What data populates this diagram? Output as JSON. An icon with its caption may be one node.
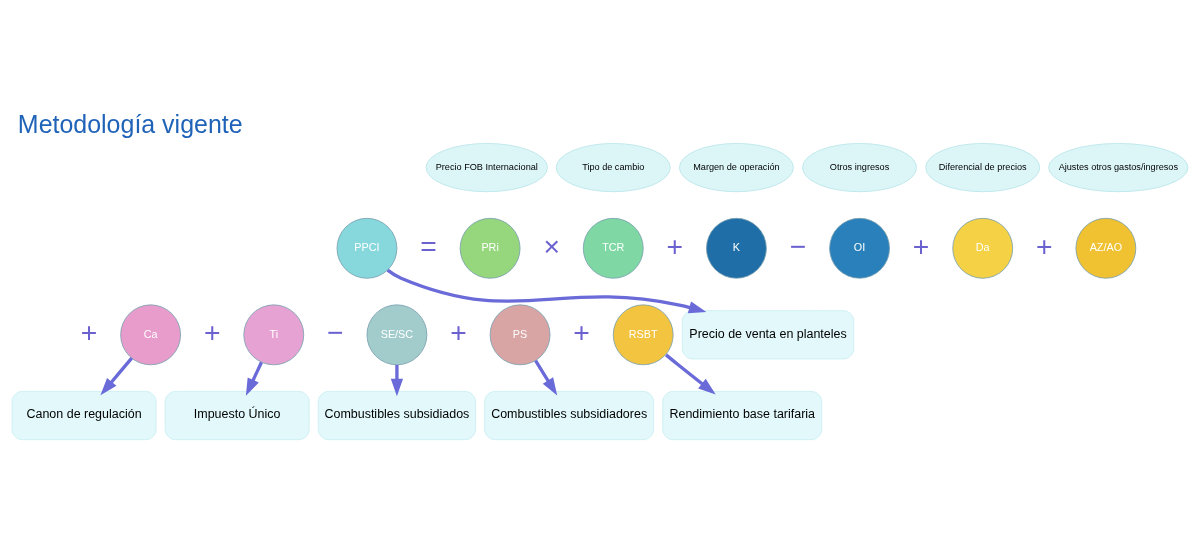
{
  "diagram": {
    "title": "Metodología vigente",
    "nodes": [
      {
        "text": [
          "Precio FOB Internacional"
        ]
      },
      {
        "text": [
          "Tipo de cambio"
        ]
      },
      {
        "text": [
          "Margen de operación"
        ]
      },
      {
        "text": [
          "Otros ingresos"
        ]
      },
      {
        "text": [
          "Diferencial de precios"
        ]
      },
      {
        "text": [
          "Ajustes otros gastos/ingresos"
        ]
      },
      {
        "text": [
          "PPCI"
        ]
      },
      {
        "text": [
          "PRi"
        ]
      },
      {
        "text": [
          "TCR"
        ]
      },
      {
        "text": [
          "K"
        ]
      },
      {
        "text": [
          "OI"
        ]
      },
      {
        "text": [
          "Da"
        ]
      },
      {
        "text": [
          "AZ/AO"
        ]
      },
      {
        "text": [
          "Ca"
        ]
      },
      {
        "text": [
          "Ti"
        ]
      },
      {
        "text": [
          "SE/SC"
        ]
      },
      {
        "text": [
          "PS"
        ]
      },
      {
        "text": [
          "RSBT"
        ]
      },
      {
        "text": [
          "Precio de venta en planteles"
        ]
      },
      {
        "text": [
          "Canon de regulación"
        ]
      },
      {
        "text": [
          "Impuesto Único"
        ]
      },
      {
        "text": [
          "Combustibles subsidiados"
        ]
      },
      {
        "text": [
          "Combustibles subsidiadores"
        ]
      },
      {
        "text": [
          "Rendimiento base tarifaria"
        ]
      }
    ],
    "edges": [
      {
        "from": 6,
        "to": 18,
        "arrow": "to"
      },
      {
        "from": 13,
        "to": 19,
        "arrow": "to"
      },
      {
        "from": 14,
        "to": 20,
        "arrow": "to"
      },
      {
        "from": 15,
        "to": 21,
        "arrow": "to"
      },
      {
        "from": 16,
        "to": 22,
        "arrow": "to"
      },
      {
        "from": 17,
        "to": 23,
        "arrow": "to"
      }
    ],
    "labels": [
      "=",
      "×",
      "+",
      "−",
      "+",
      "+",
      "+",
      "+",
      "−",
      "+",
      "+"
    ]
  }
}
